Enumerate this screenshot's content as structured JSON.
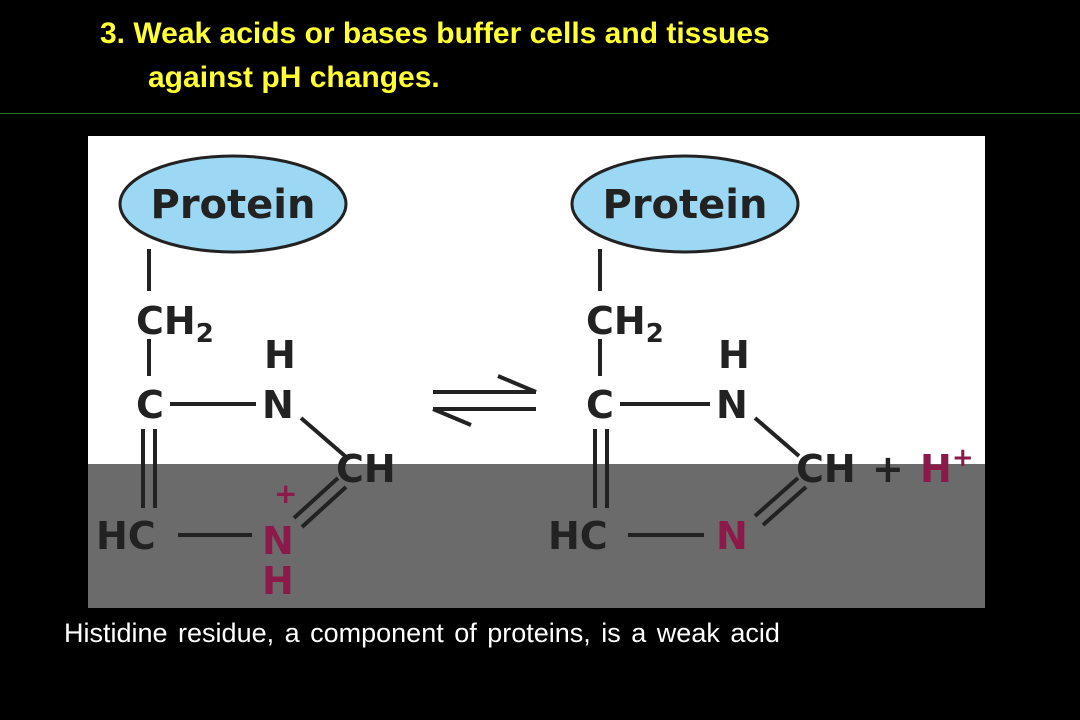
{
  "title": {
    "line1": "3.  Weak acids or bases buffer cells and tissues",
    "line2": "against pH changes."
  },
  "diagram": {
    "left": {
      "protein": "Protein",
      "ch2": "CH",
      "ch2_sub": "2",
      "h_top": "H",
      "c": "C",
      "n_top": "N",
      "ch": "CH",
      "hc": "HC",
      "plus_charge": "+",
      "n_bottom": "N",
      "h_bottom": "H"
    },
    "right": {
      "protein": "Protein",
      "ch2": "CH",
      "ch2_sub": "2",
      "h_top": "H",
      "c": "C",
      "n_top": "N",
      "ch": "CH",
      "plus": "+",
      "hplus": "H",
      "hplus_charge": "+",
      "hc": "HC",
      "n_bottom": "N"
    },
    "colors": {
      "bubble": "#9cd8f3",
      "accent": "#8b1a4a",
      "band": "#6b6b6b"
    }
  },
  "caption": "Histidine residue, a component of proteins, is a weak acid"
}
